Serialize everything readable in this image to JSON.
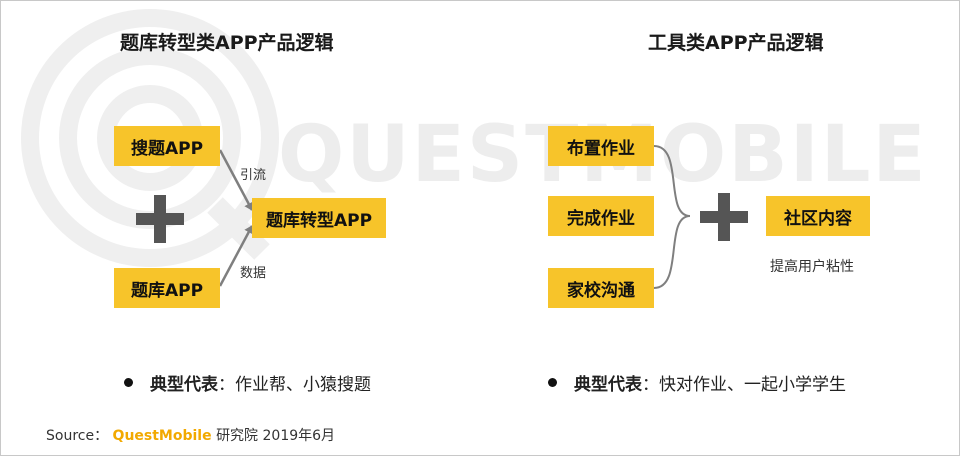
{
  "watermark": {
    "text": "QUESTMOBILE"
  },
  "left": {
    "title": "题库转型类APP产品逻辑",
    "box_search": "搜题APP",
    "box_bank": "题库APP",
    "box_result": "题库转型APP",
    "label_traffic": "引流",
    "label_data": "数据",
    "rep_label": "典型代表",
    "rep_text": "：作业帮、小猿搜题"
  },
  "right": {
    "title": "工具类APP产品逻辑",
    "box_assign": "布置作业",
    "box_complete": "完成作业",
    "box_communicate": "家校沟通",
    "box_community": "社区内容",
    "caption": "提高用户粘性",
    "rep_label": "典型代表",
    "rep_text": "：快对作业、一起小学学生"
  },
  "footer": {
    "source_prefix": "Source：",
    "brand": "QuestMobile",
    "source_suffix": "研究院 2019年6月"
  },
  "colors": {
    "accent": "#f7c42a",
    "brand": "#f2a900",
    "connector": "#7f7f7f"
  }
}
